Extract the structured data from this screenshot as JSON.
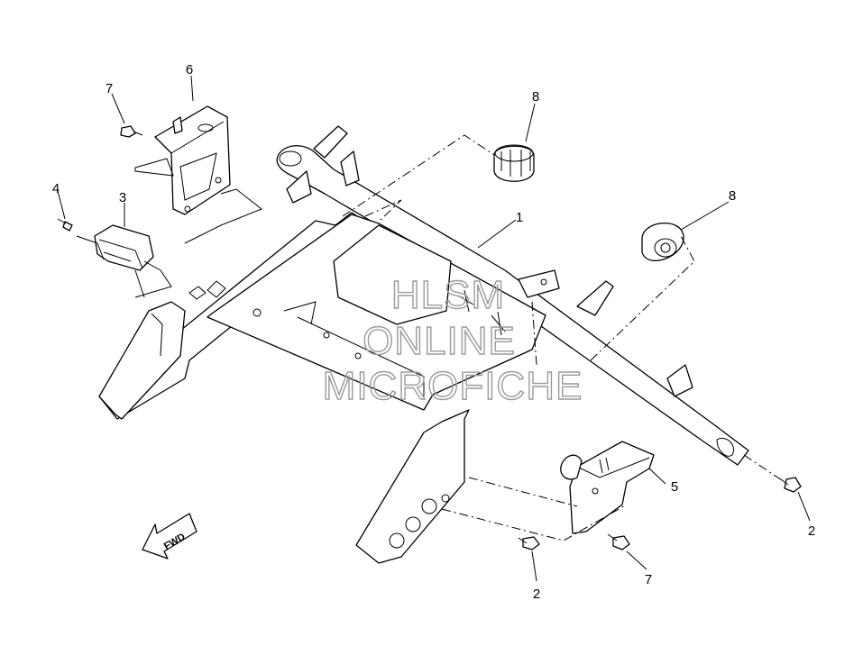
{
  "callouts": [
    {
      "id": "c1",
      "label": "1"
    },
    {
      "id": "c2a",
      "label": "2"
    },
    {
      "id": "c2b",
      "label": "2"
    },
    {
      "id": "c3",
      "label": "3"
    },
    {
      "id": "c4",
      "label": "4"
    },
    {
      "id": "c5",
      "label": "5"
    },
    {
      "id": "c6",
      "label": "6"
    },
    {
      "id": "c7a",
      "label": "7"
    },
    {
      "id": "c7b",
      "label": "7"
    },
    {
      "id": "c8a",
      "label": "8"
    },
    {
      "id": "c8b",
      "label": "8"
    }
  ],
  "direction_arrow": {
    "label": "FWD"
  },
  "watermark": {
    "line1": "HLSM",
    "line2": "ONLINE",
    "line3": "MICROFICHE"
  }
}
